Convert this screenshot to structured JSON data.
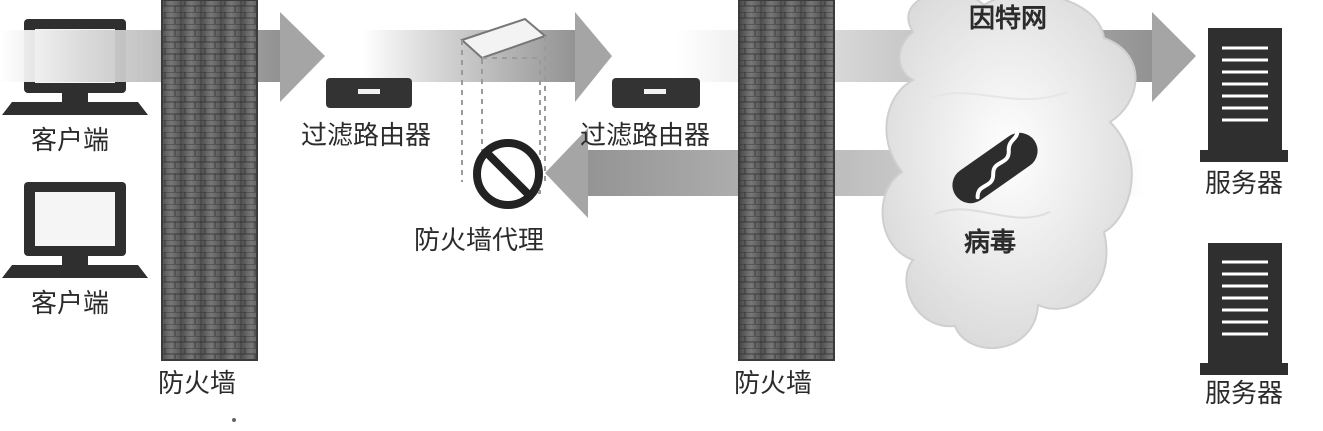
{
  "labels": {
    "client_top": "客户端",
    "client_bottom": "客户端",
    "firewall_left": "防火墙",
    "firewall_right": "防火墙",
    "router_left": "过滤路由器",
    "router_right": "过滤路由器",
    "firewall_proxy": "防火墙代理",
    "internet": "因特网",
    "virus": "病毒",
    "server_top": "服务器",
    "server_bottom": "服务器"
  },
  "colors": {
    "wall_brick": "#5b5b5b",
    "arrow_gray": "#9a9a9a",
    "device_dark": "#2f2f2f",
    "cloud_fill": "#efefef"
  }
}
